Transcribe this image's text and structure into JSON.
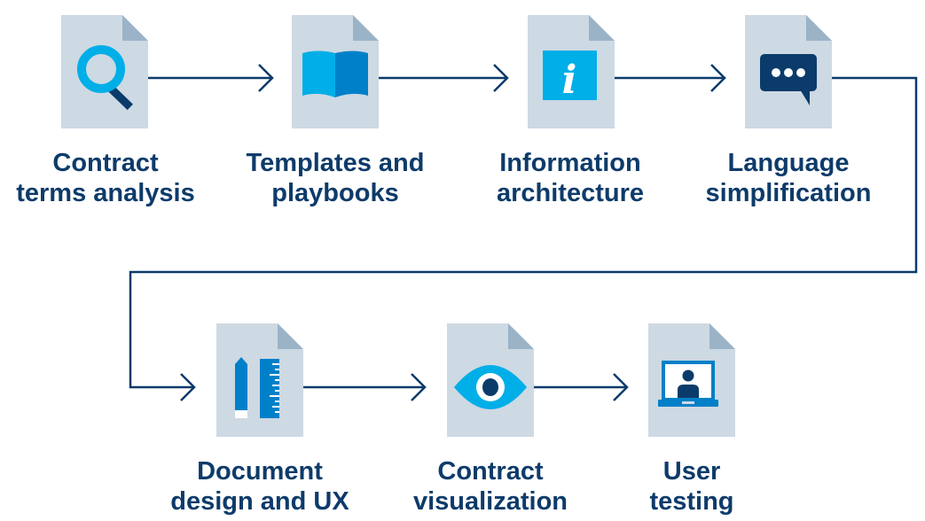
{
  "colors": {
    "doc": "#cdd9e3",
    "fold": "#9bb3c7",
    "navy": "#0b3b6b",
    "cyan": "#00aee8",
    "blue": "#0080c8"
  },
  "steps": [
    {
      "icon": "magnifier-icon",
      "line1": "Contract",
      "line2": "terms analysis"
    },
    {
      "icon": "book-icon",
      "line1": "Templates and",
      "line2": "playbooks"
    },
    {
      "icon": "info-icon",
      "line1": "Information",
      "line2": "architecture"
    },
    {
      "icon": "speech-bubble-icon",
      "line1": "Language",
      "line2": "simplification"
    },
    {
      "icon": "pencil-ruler-icon",
      "line1": "Document",
      "line2": "design and UX"
    },
    {
      "icon": "eye-icon",
      "line1": "Contract",
      "line2": "visualization"
    },
    {
      "icon": "laptop-user-icon",
      "line1": "User",
      "line2": "testing"
    }
  ]
}
